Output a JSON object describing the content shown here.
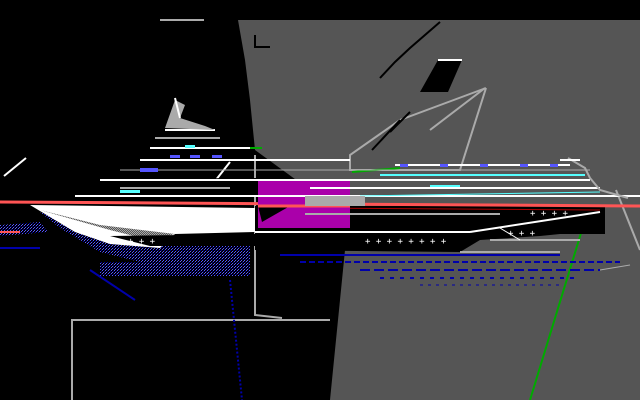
{
  "scene": {
    "palette": {
      "background": "#000000",
      "rock_gray": "#555555",
      "hull_white": "#ffffff",
      "light_gray": "#aaaaaa",
      "dark_blue": "#0000aa",
      "mid_blue": "#5555ff",
      "magenta": "#aa00aa",
      "red": "#ff5555",
      "dark_red": "#aa0000",
      "cyan": "#55ffff",
      "green": "#00aa00"
    },
    "icons": [
      "cruise-ship",
      "cliff-rock",
      "wireframe-lines",
      "water-reflection"
    ]
  }
}
